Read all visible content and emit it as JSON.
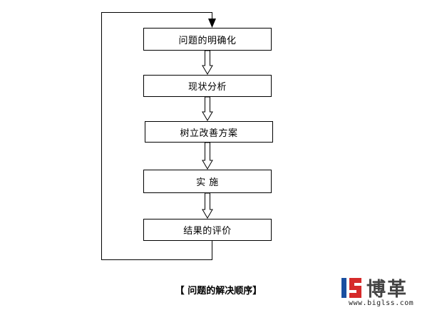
{
  "diagram": {
    "steps": [
      {
        "label": "问题的明确化"
      },
      {
        "label": "现状分析"
      },
      {
        "label": "树立改善方案"
      },
      {
        "label": "实  施"
      },
      {
        "label": "结果的评价"
      }
    ],
    "caption": "【 问题的解决顺序】",
    "colors": {
      "stroke": "#000000",
      "background": "#ffffff"
    }
  },
  "watermark": {
    "brand_text": "博革",
    "url_text": "www.biglss.com",
    "colors": {
      "blue": "#1a4fa0",
      "red": "#d62a2a",
      "gray": "#444444"
    }
  }
}
